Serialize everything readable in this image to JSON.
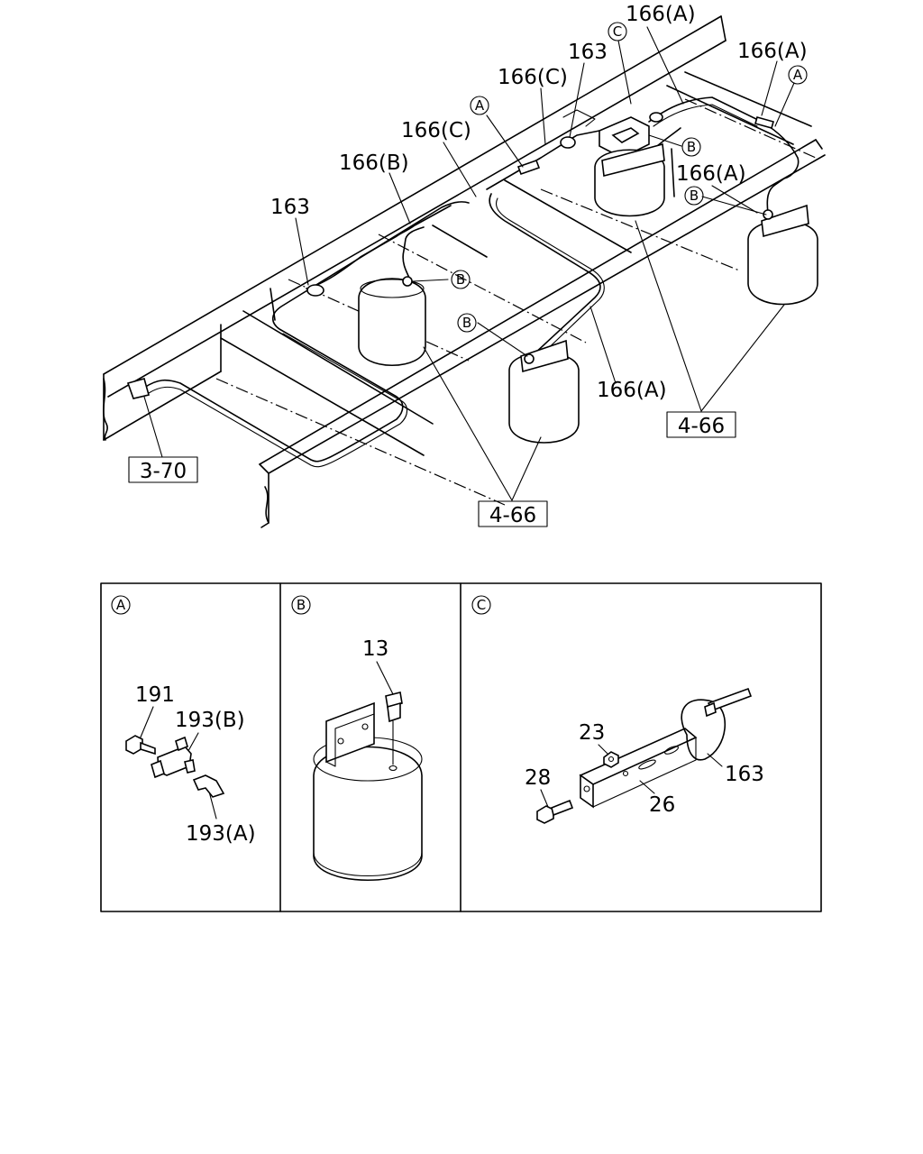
{
  "main_labels": {
    "l166a_top": "166(A)",
    "l166a_topright": "166(A)",
    "l163_top": "163",
    "l166c_1": "166(C)",
    "l166c_2": "166(C)",
    "l166b": "166(B)",
    "l163_left": "163",
    "l166a_right": "166(A)",
    "l166a_mid": "166(A)"
  },
  "callouts": {
    "a1": "A",
    "a2": "A",
    "c1": "C",
    "b1": "B",
    "b2": "B",
    "b3": "B",
    "b4": "B"
  },
  "refs": {
    "r370": "3-70",
    "r466_left": "4-66",
    "r466_right": "4-66"
  },
  "detail_a": {
    "tag": "A",
    "p191": "191",
    "p193b": "193(B)",
    "p193a": "193(A)"
  },
  "detail_b": {
    "tag": "B",
    "p13": "13"
  },
  "detail_c": {
    "tag": "C",
    "p23": "23",
    "p28": "28",
    "p26": "26",
    "p163": "163"
  }
}
